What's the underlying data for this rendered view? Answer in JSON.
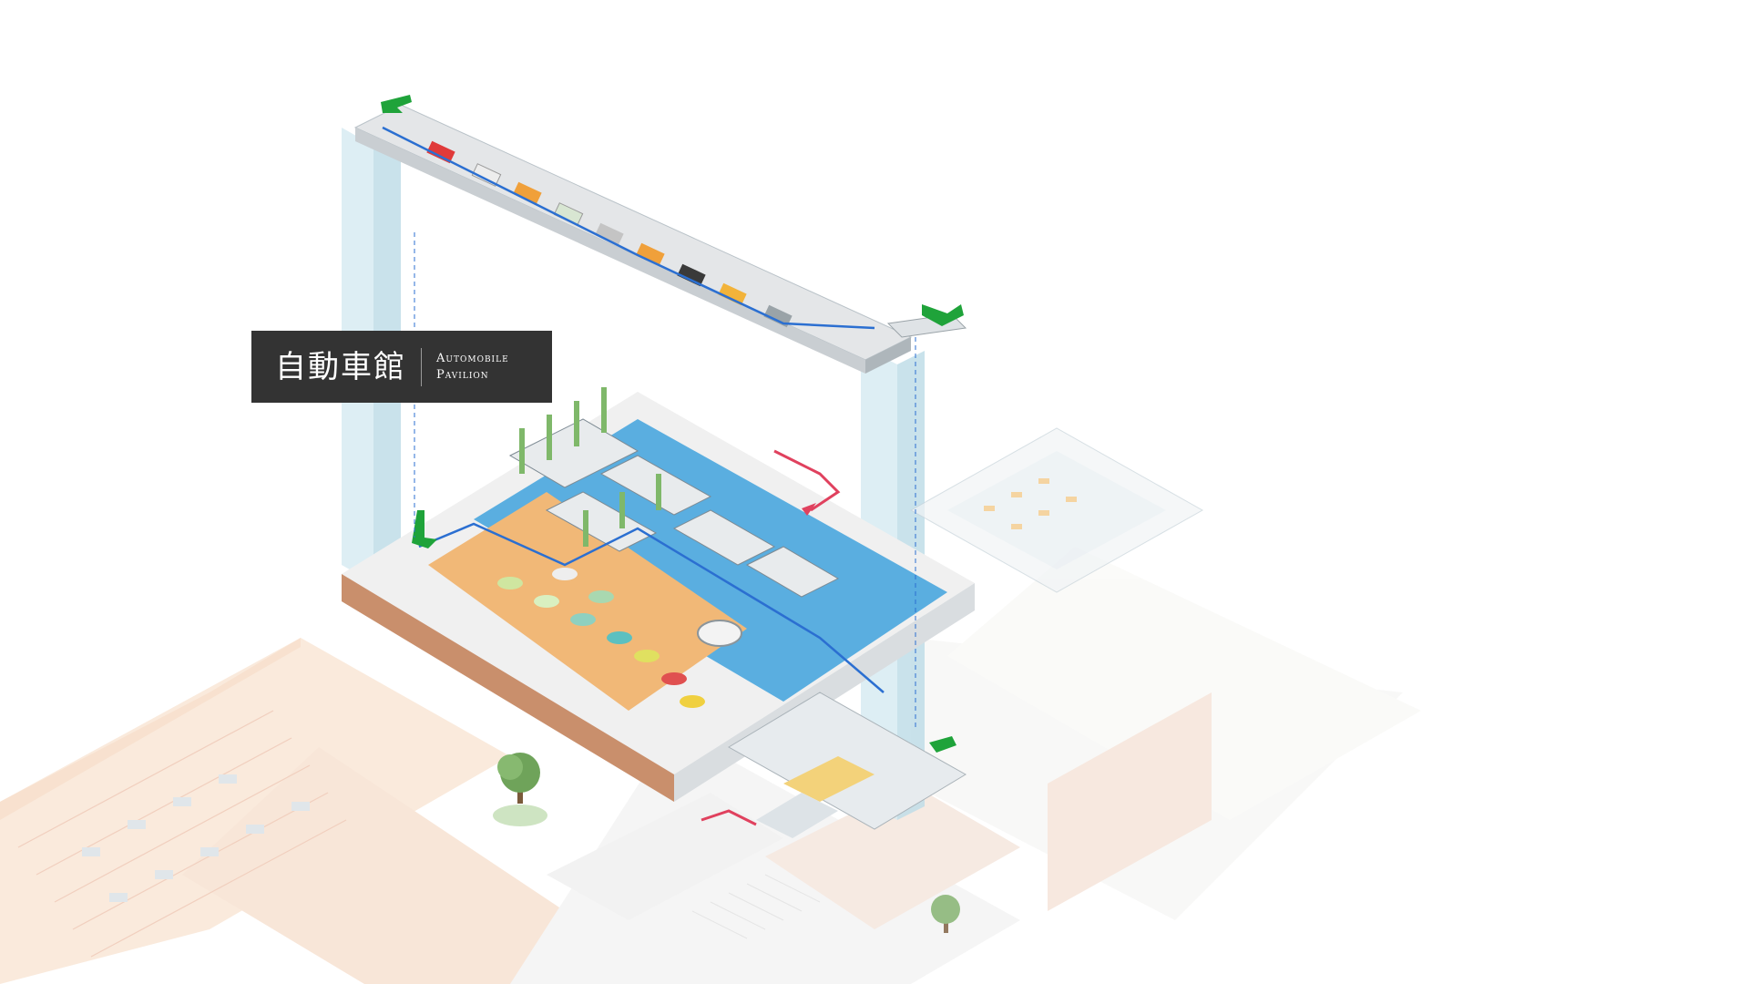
{
  "pavilion": {
    "name_jp": "自動車館",
    "name_en_line1": "Automobile",
    "name_en_line2": "Pavilion"
  },
  "colors": {
    "background": "#ffffff",
    "title_card": "#333333",
    "floor_blue": "#5aaee0",
    "floor_orange": "#f1b877",
    "route_blue": "#2b6fd1",
    "arrow_green": "#1fa33a",
    "arrow_red": "#e0415e",
    "glass": "#cfe6ef",
    "faded_building": "#f2c6a8"
  },
  "icons": [
    "green-entry-arrow-icon",
    "green-exit-arrow-icon",
    "red-direction-arrow-icon",
    "tree-icon"
  ]
}
